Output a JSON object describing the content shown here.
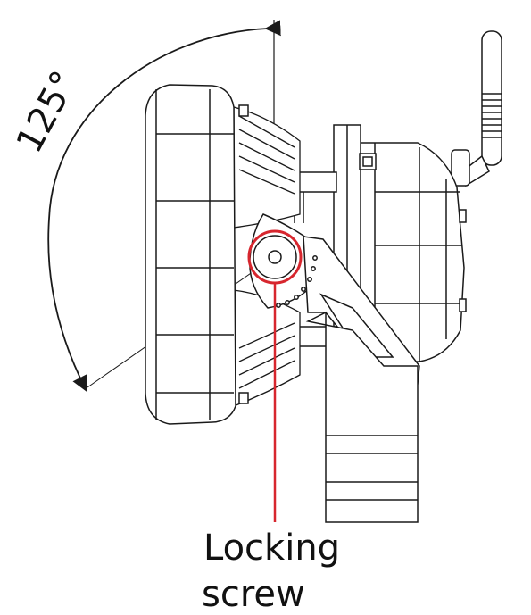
{
  "angle": {
    "label": "125°"
  },
  "callout": {
    "line1": "Locking",
    "line2": "screw"
  },
  "colors": {
    "highlight": "#d7262e",
    "stroke": "#1a1a1a",
    "background": "#ffffff"
  },
  "icons": {
    "angle_arc": "double-arrow-arc-icon",
    "highlight_ring": "circle-highlight-icon"
  }
}
